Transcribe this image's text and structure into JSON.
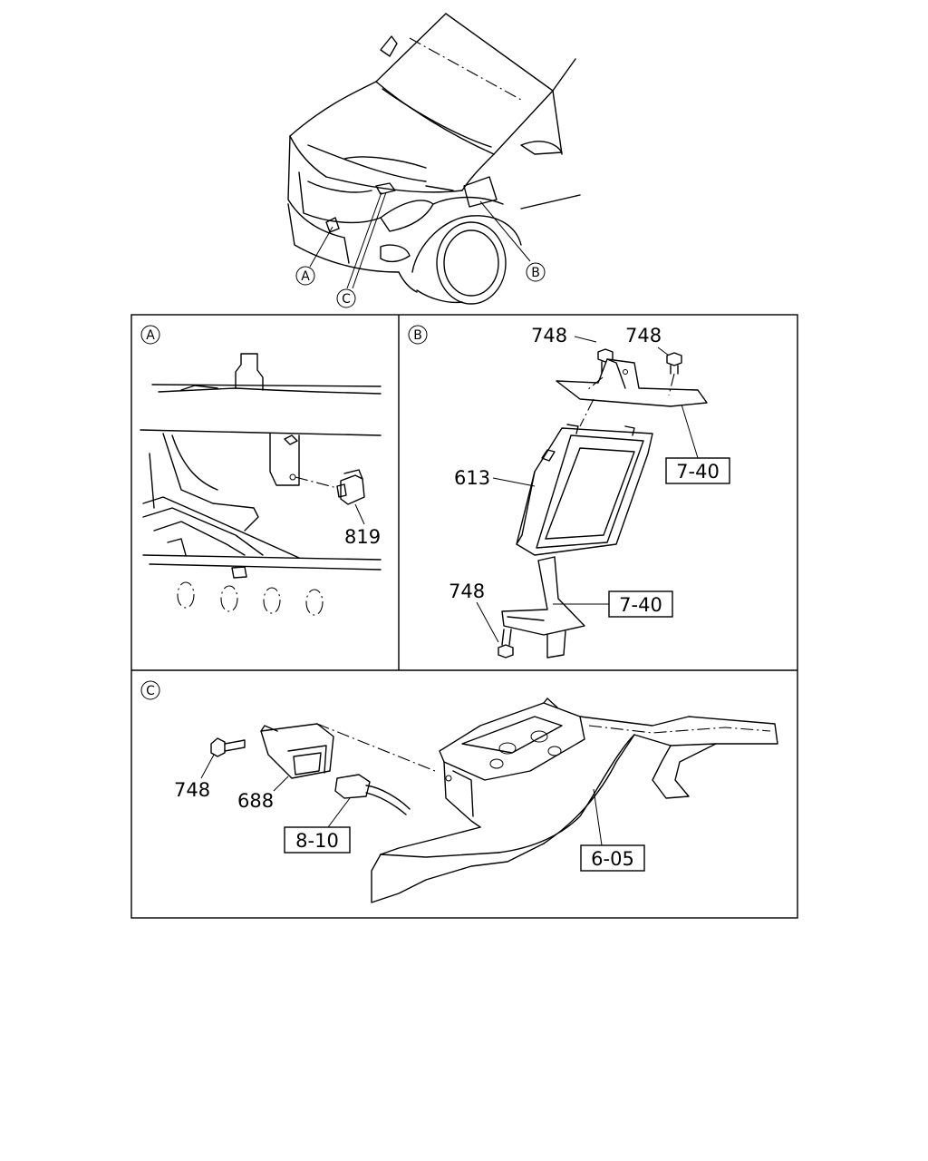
{
  "figure": {
    "circle_markers": [
      "A",
      "B",
      "C"
    ],
    "panel_a": {
      "marker": "A",
      "parts": [
        "819"
      ]
    },
    "panel_b": {
      "marker": "B",
      "parts": [
        "748",
        "748",
        "613",
        "748"
      ],
      "refs": [
        "7-40",
        "7-40"
      ]
    },
    "panel_c": {
      "marker": "C",
      "parts": [
        "748",
        "688"
      ],
      "refs": [
        "8-10",
        "6-05"
      ]
    }
  }
}
